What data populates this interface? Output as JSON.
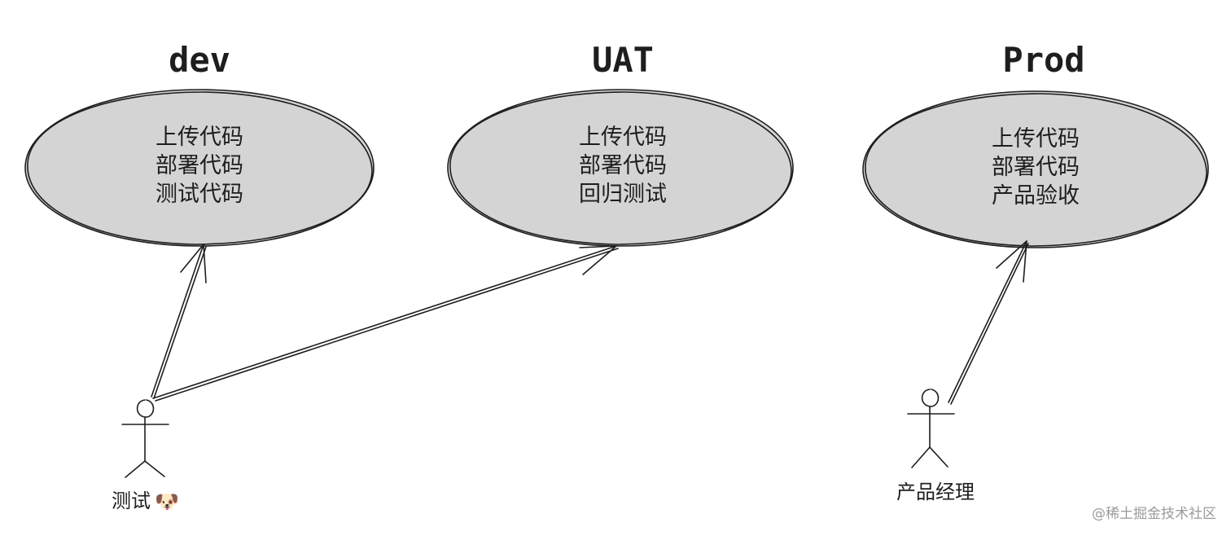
{
  "environments": [
    {
      "title": "dev",
      "lines": [
        "上传代码",
        "部署代码",
        "测试代码"
      ]
    },
    {
      "title": "UAT",
      "lines": [
        "上传代码",
        "部署代码",
        "回归测试"
      ]
    },
    {
      "title": "Prod",
      "lines": [
        "上传代码",
        "部署代码",
        "产品验收"
      ]
    }
  ],
  "actors": [
    {
      "label": "测试",
      "icon": "dog-face-icon",
      "icon_glyph": "🐶"
    },
    {
      "label": "产品经理"
    }
  ],
  "connections": [
    {
      "from": "测试",
      "to": "dev"
    },
    {
      "from": "测试",
      "to": "UAT"
    },
    {
      "from": "产品经理",
      "to": "Prod"
    }
  ],
  "watermark": "@稀土掘金技术社区",
  "colors": {
    "ellipse_fill": "#d4d4d4",
    "stroke": "#1e1e1e",
    "watermark": "#9a9a9a"
  }
}
